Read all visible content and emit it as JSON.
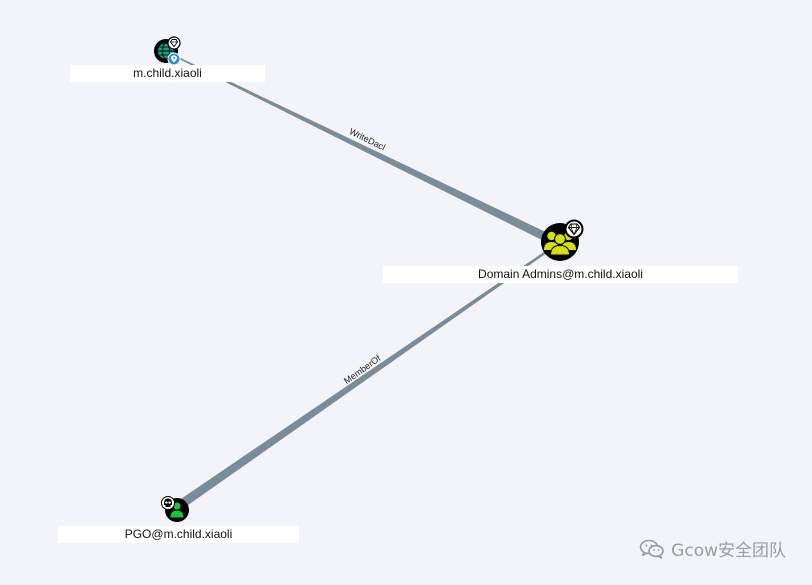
{
  "graph": {
    "nodes": {
      "domain": {
        "label": "m.child.xiaoli",
        "type": "domain"
      },
      "domain_admins": {
        "label": "Domain Admins@m.child.xiaoli",
        "type": "group"
      },
      "pgo": {
        "label": "PGO@m.child.xiaoli",
        "type": "user"
      }
    },
    "edges": {
      "writedacl": {
        "label": "WriteDacl",
        "from": "domain_admins",
        "to": "domain"
      },
      "memberof": {
        "label": "MemberOf",
        "from": "pgo",
        "to": "domain_admins"
      }
    }
  },
  "watermark": {
    "text": "Gcow安全团队",
    "icon": "wechat-icon"
  },
  "colors": {
    "background": "#f2f4f9",
    "edge": "#7a8b99",
    "group_fill": "#d6e000",
    "user_fill": "#19c43a",
    "domain_fill": "#17a085",
    "node_ring": "#000000",
    "badge_blue": "#2f8fe0"
  }
}
